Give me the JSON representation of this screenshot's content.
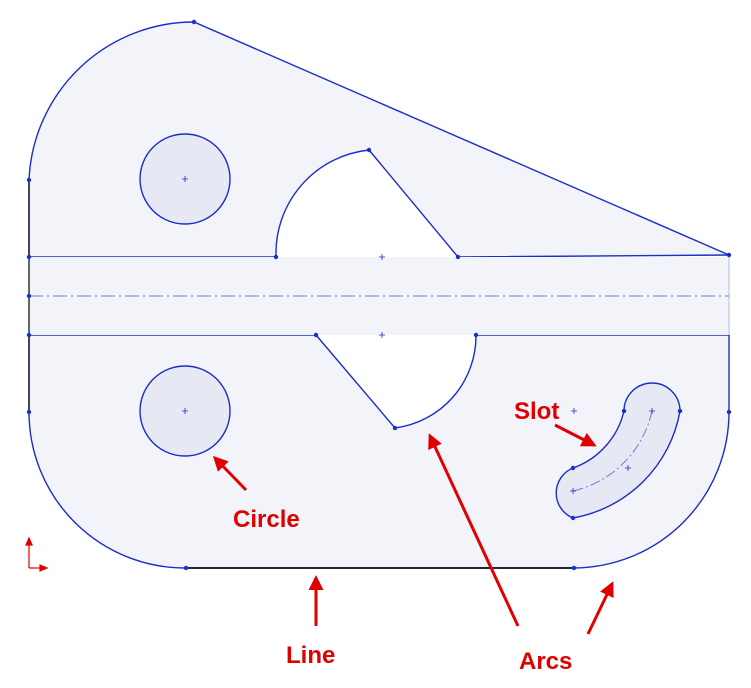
{
  "annotations": {
    "slot": "Slot",
    "circle": "Circle",
    "line": "Line",
    "arcs": "Arcs"
  },
  "colors": {
    "sketch_line": "#1a2ec8",
    "fill": "#f2f4f9",
    "feature_fill": "#e6e8f4",
    "annotation": "#e00000",
    "construction": "#6b7fd0"
  }
}
